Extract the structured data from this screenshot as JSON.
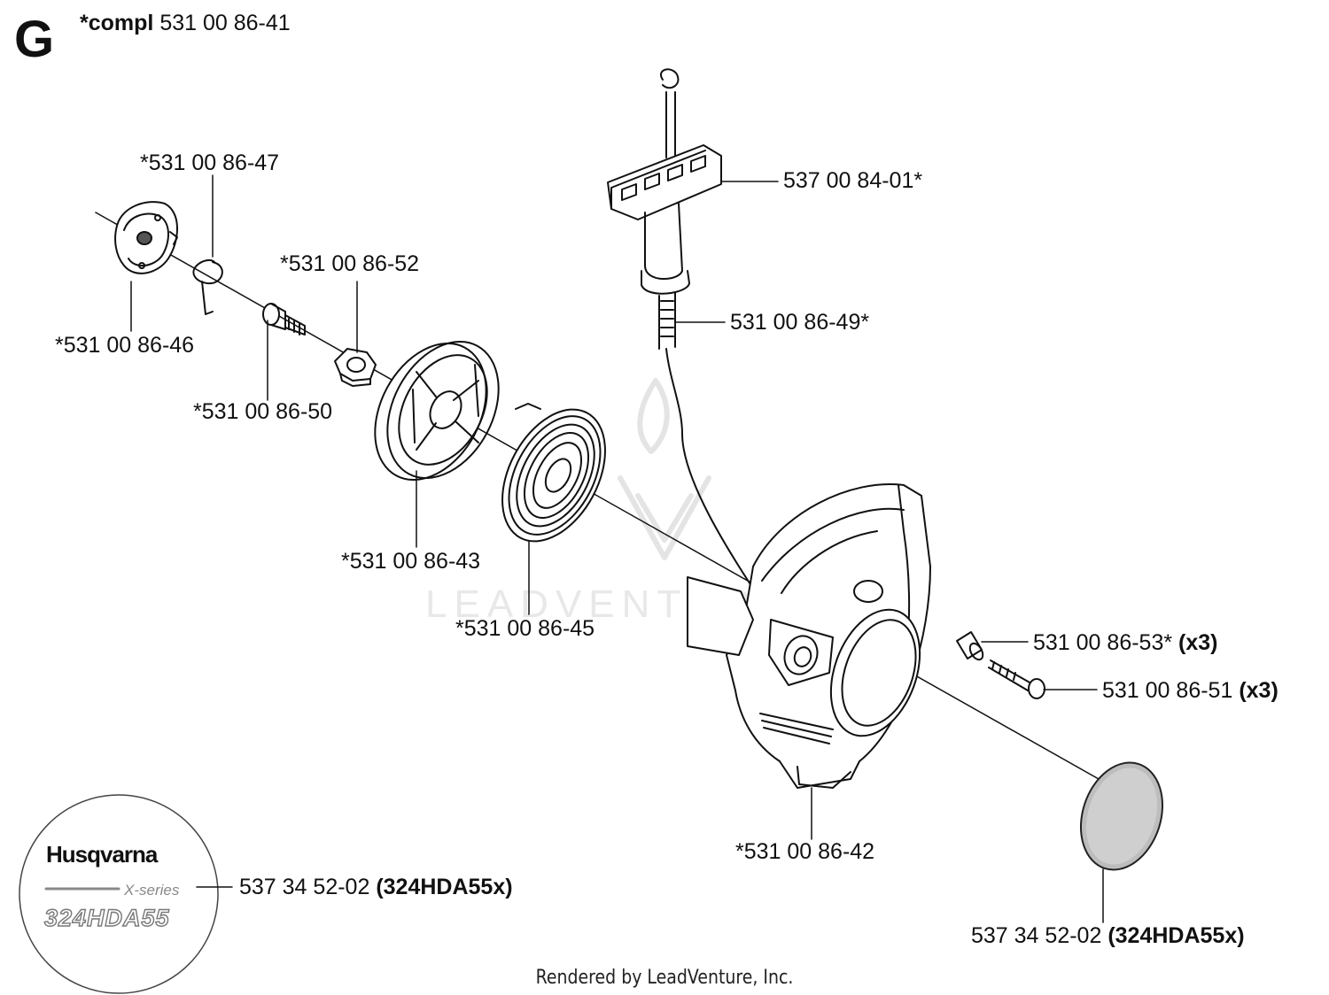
{
  "section": "G",
  "header": {
    "prefix": "*compl",
    "number": "531 00 86-41"
  },
  "parts": [
    {
      "id": "p47",
      "number": "*531 00 86-47",
      "qty": ""
    },
    {
      "id": "p46",
      "number": "*531 00 86-46",
      "qty": ""
    },
    {
      "id": "p52",
      "number": "*531 00 86-52",
      "qty": ""
    },
    {
      "id": "p50",
      "number": "*531 00 86-50",
      "qty": ""
    },
    {
      "id": "p43",
      "number": "*531 00 86-43",
      "qty": ""
    },
    {
      "id": "p45",
      "number": "*531 00 86-45",
      "qty": ""
    },
    {
      "id": "p84",
      "number": "537 00 84-01*",
      "qty": ""
    },
    {
      "id": "p49",
      "number": "531 00 86-49*",
      "qty": ""
    },
    {
      "id": "p53",
      "number": "531 00 86-53*",
      "qty": "(x3)"
    },
    {
      "id": "p51",
      "number": "531 00 86-51",
      "qty": "(x3)"
    },
    {
      "id": "p42",
      "number": "*531 00 86-42",
      "qty": ""
    },
    {
      "id": "decal_left",
      "number": "537 34 52-02",
      "qty": "(324HDA55x)"
    },
    {
      "id": "decal_right",
      "number": "537 34 52-02",
      "qty": "(324HDA55x)"
    }
  ],
  "decal": {
    "brand": "Husqvarna",
    "series": "X-series",
    "model": "324HDA55"
  },
  "watermark": "LEADVENTURE",
  "footer": "Rendered by LeadVenture, Inc."
}
